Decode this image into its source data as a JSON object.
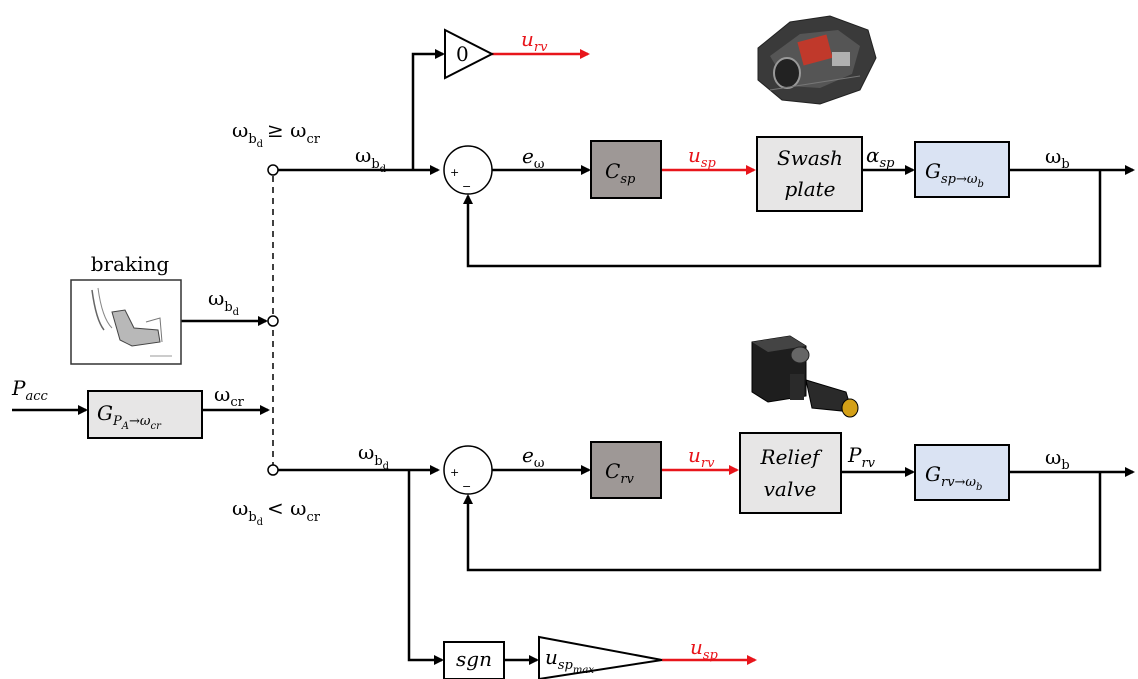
{
  "labels": {
    "cond_top_omega": "ω",
    "cond_top_sub": "b",
    "cond_top_subsub": "d",
    "cond_top_rel": "≥ ω",
    "cond_top_cr": "cr",
    "cond_bot_omega": "ω",
    "cond_bot_sub": "b",
    "cond_bot_subsub": "d",
    "cond_bot_rel": "< ω",
    "cond_bot_cr": "cr",
    "braking": "braking",
    "p_acc": "P",
    "p_acc_sub": "acc",
    "omega_cr": "ω",
    "omega_cr_sub": "cr",
    "omega_bd_a": "ω",
    "omega_bd_b": "ω",
    "omega_bd_c": "ω",
    "omega_bd_d": "ω",
    "bd_sub": "b",
    "bd_subsub": "d",
    "e_omega_top": "e",
    "e_omega_top_sub": "ω",
    "e_omega_bot": "e",
    "e_omega_bot_sub": "ω",
    "omega_b_top": "ω",
    "omega_b_top_sub": "b",
    "omega_b_bot": "ω",
    "omega_b_bot_sub": "b",
    "u_rv_top": "u",
    "u_rv_top_sub": "rv",
    "u_sp_top": "u",
    "u_sp_top_sub": "sp",
    "u_rv_bot": "u",
    "u_rv_bot_sub": "rv",
    "u_sp_bot": "u",
    "u_sp_bot_sub": "sp",
    "alpha_sp": "α",
    "alpha_sp_sub": "sp",
    "p_rv": "P",
    "p_rv_sub": "rv",
    "plus": "+",
    "minus": "−"
  },
  "blocks": {
    "gain_zero": "0",
    "c_sp": "C",
    "c_sp_sub": "sp",
    "swash_line1": "Swash",
    "swash_line2": "plate",
    "g_sp": "G",
    "g_sp_sub": "sp→ω",
    "g_sp_subsub": "b",
    "c_rv": "C",
    "c_rv_sub": "rv",
    "relief_line1": "Relief",
    "relief_line2": "valve",
    "g_rv": "G",
    "g_rv_sub": "rv→ω",
    "g_rv_subsub": "b",
    "g_pa": "G",
    "g_pa_sub": "P",
    "g_pa_subsub": "A",
    "g_pa_sub2": "→ω",
    "g_pa_subsub2": "cr",
    "sgn": "sgn",
    "u_sp_max": "u",
    "u_sp_max_sub": "sp",
    "u_sp_max_subsub": "max"
  },
  "colors": {
    "controller": "#9e9896",
    "plant": "#e7e6e6",
    "transfer": "#dae3f3",
    "signal_red": "#e8151b",
    "wire": "#000000"
  }
}
